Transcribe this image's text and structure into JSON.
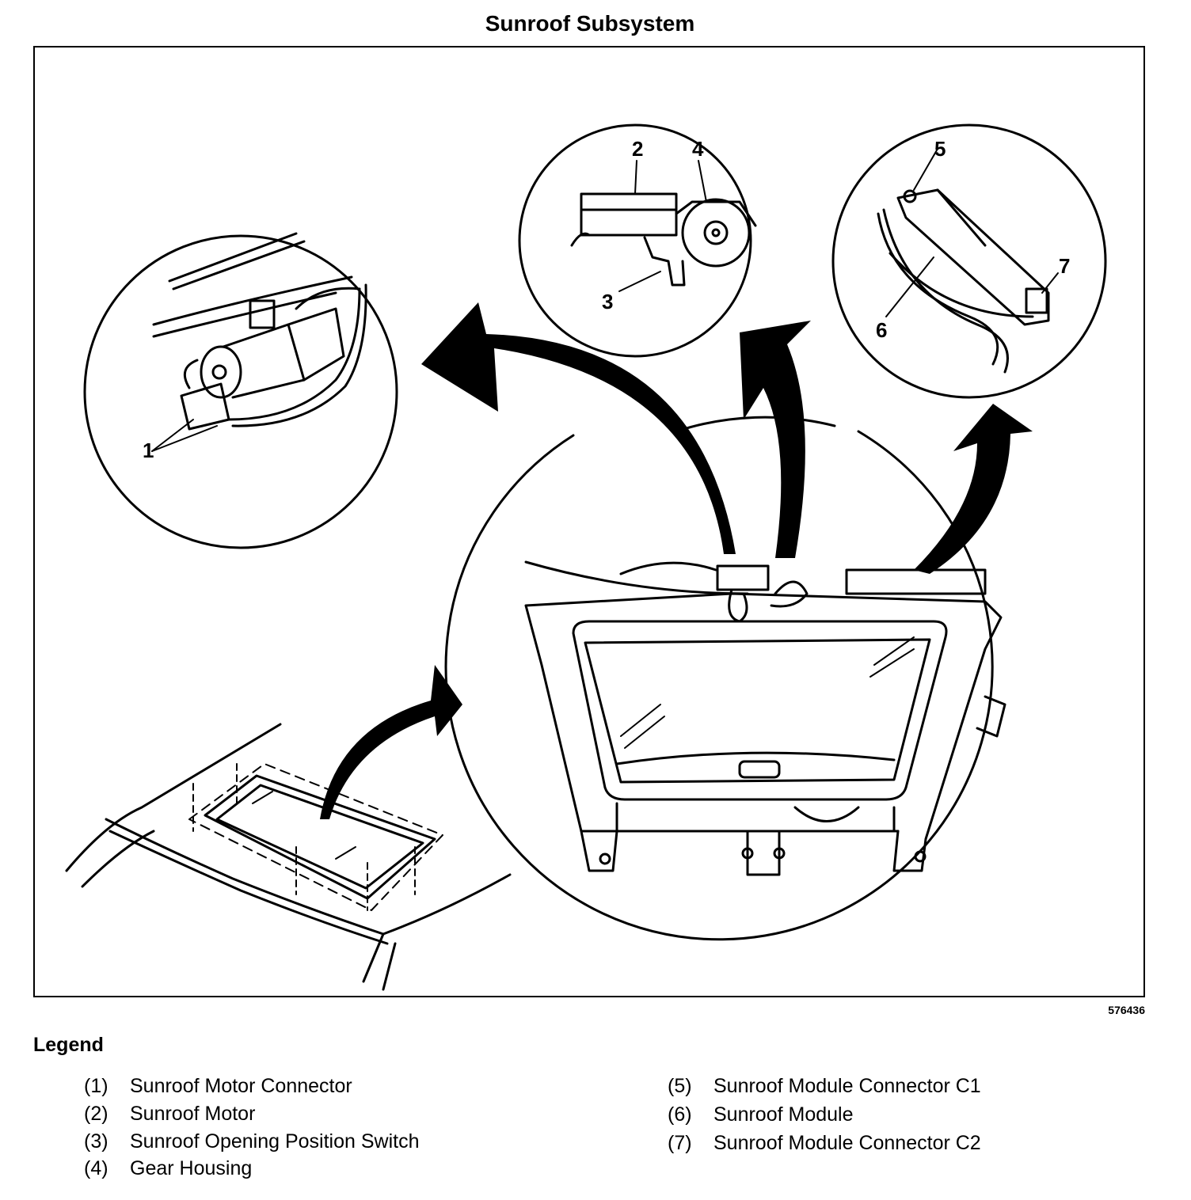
{
  "title": "Sunroof Subsystem",
  "figure_id": "576436",
  "legend": {
    "heading": "Legend",
    "items": [
      {
        "num": "(1)",
        "label": "Sunroof Motor Connector"
      },
      {
        "num": "(2)",
        "label": "Sunroof Motor"
      },
      {
        "num": "(3)",
        "label": "Sunroof Opening Position Switch"
      },
      {
        "num": "(4)",
        "label": "Gear Housing"
      },
      {
        "num": "(5)",
        "label": "Sunroof Module Connector C1"
      },
      {
        "num": "(6)",
        "label": "Sunroof Module"
      },
      {
        "num": "(7)",
        "label": "Sunroof Module Connector C2"
      }
    ]
  },
  "callouts": [
    "1",
    "2",
    "3",
    "4",
    "5",
    "6",
    "7"
  ]
}
